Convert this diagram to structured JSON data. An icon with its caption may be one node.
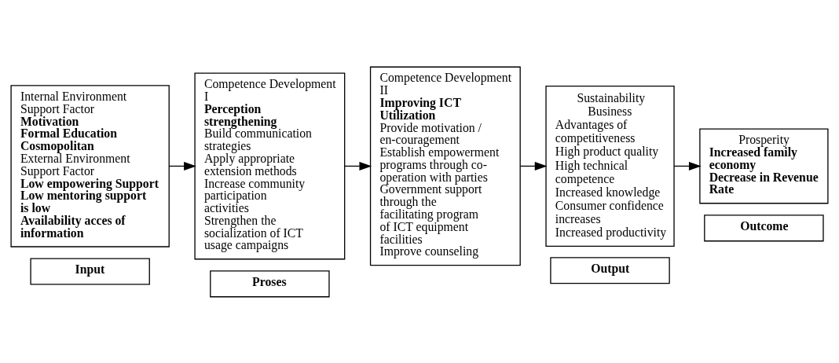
{
  "diagram": {
    "nodes": [
      {
        "text": [
          "Input"
        ]
      },
      {
        "text": [
          "Proses"
        ]
      },
      {
        "text": [
          "Output"
        ]
      },
      {
        "text": [
          "Outcome"
        ]
      },
      {
        "text": [
          "Internal Environment Support Factor",
          "Motivation",
          "Formal Education",
          "Cosmopolitan",
          "External Environment Support Factor",
          "Low empowering Support",
          "Low mentoring support is low",
          "Availability acces of information"
        ]
      },
      {
        "text": [
          "Competence Development I",
          "Perception strengthening",
          "Build communication strategies",
          "Apply appropriate extension methods",
          "Increase community participation activities",
          "Strengthen the socialization of ICT usage campaigns"
        ]
      },
      {
        "text": [
          "Competence Development II",
          "Improving ICT Utilization",
          "Provide motivation / en-couragement",
          "Establish empowerment programs through co-operation with parties",
          "Government support through the facilitating program of ICT equipment facilities",
          "Improve counseling"
        ]
      },
      {
        "text": [
          "Sustainability Business",
          "Advantages of competitiveness",
          "High product quality",
          "High technical competence",
          "Increased knowledge",
          "Consumer confidence increases",
          "Increased productivity"
        ]
      },
      {
        "text": [
          "Prosperity",
          "Increased family economy",
          "Decrease in Revenue Rate"
        ]
      }
    ],
    "edges": [
      {
        "from": 4,
        "to": 5,
        "arrow": "to"
      },
      {
        "from": 5,
        "to": 6,
        "arrow": "to"
      },
      {
        "from": 6,
        "to": 7,
        "arrow": "to"
      },
      {
        "from": 7,
        "to": 8,
        "arrow": "to"
      }
    ]
  }
}
